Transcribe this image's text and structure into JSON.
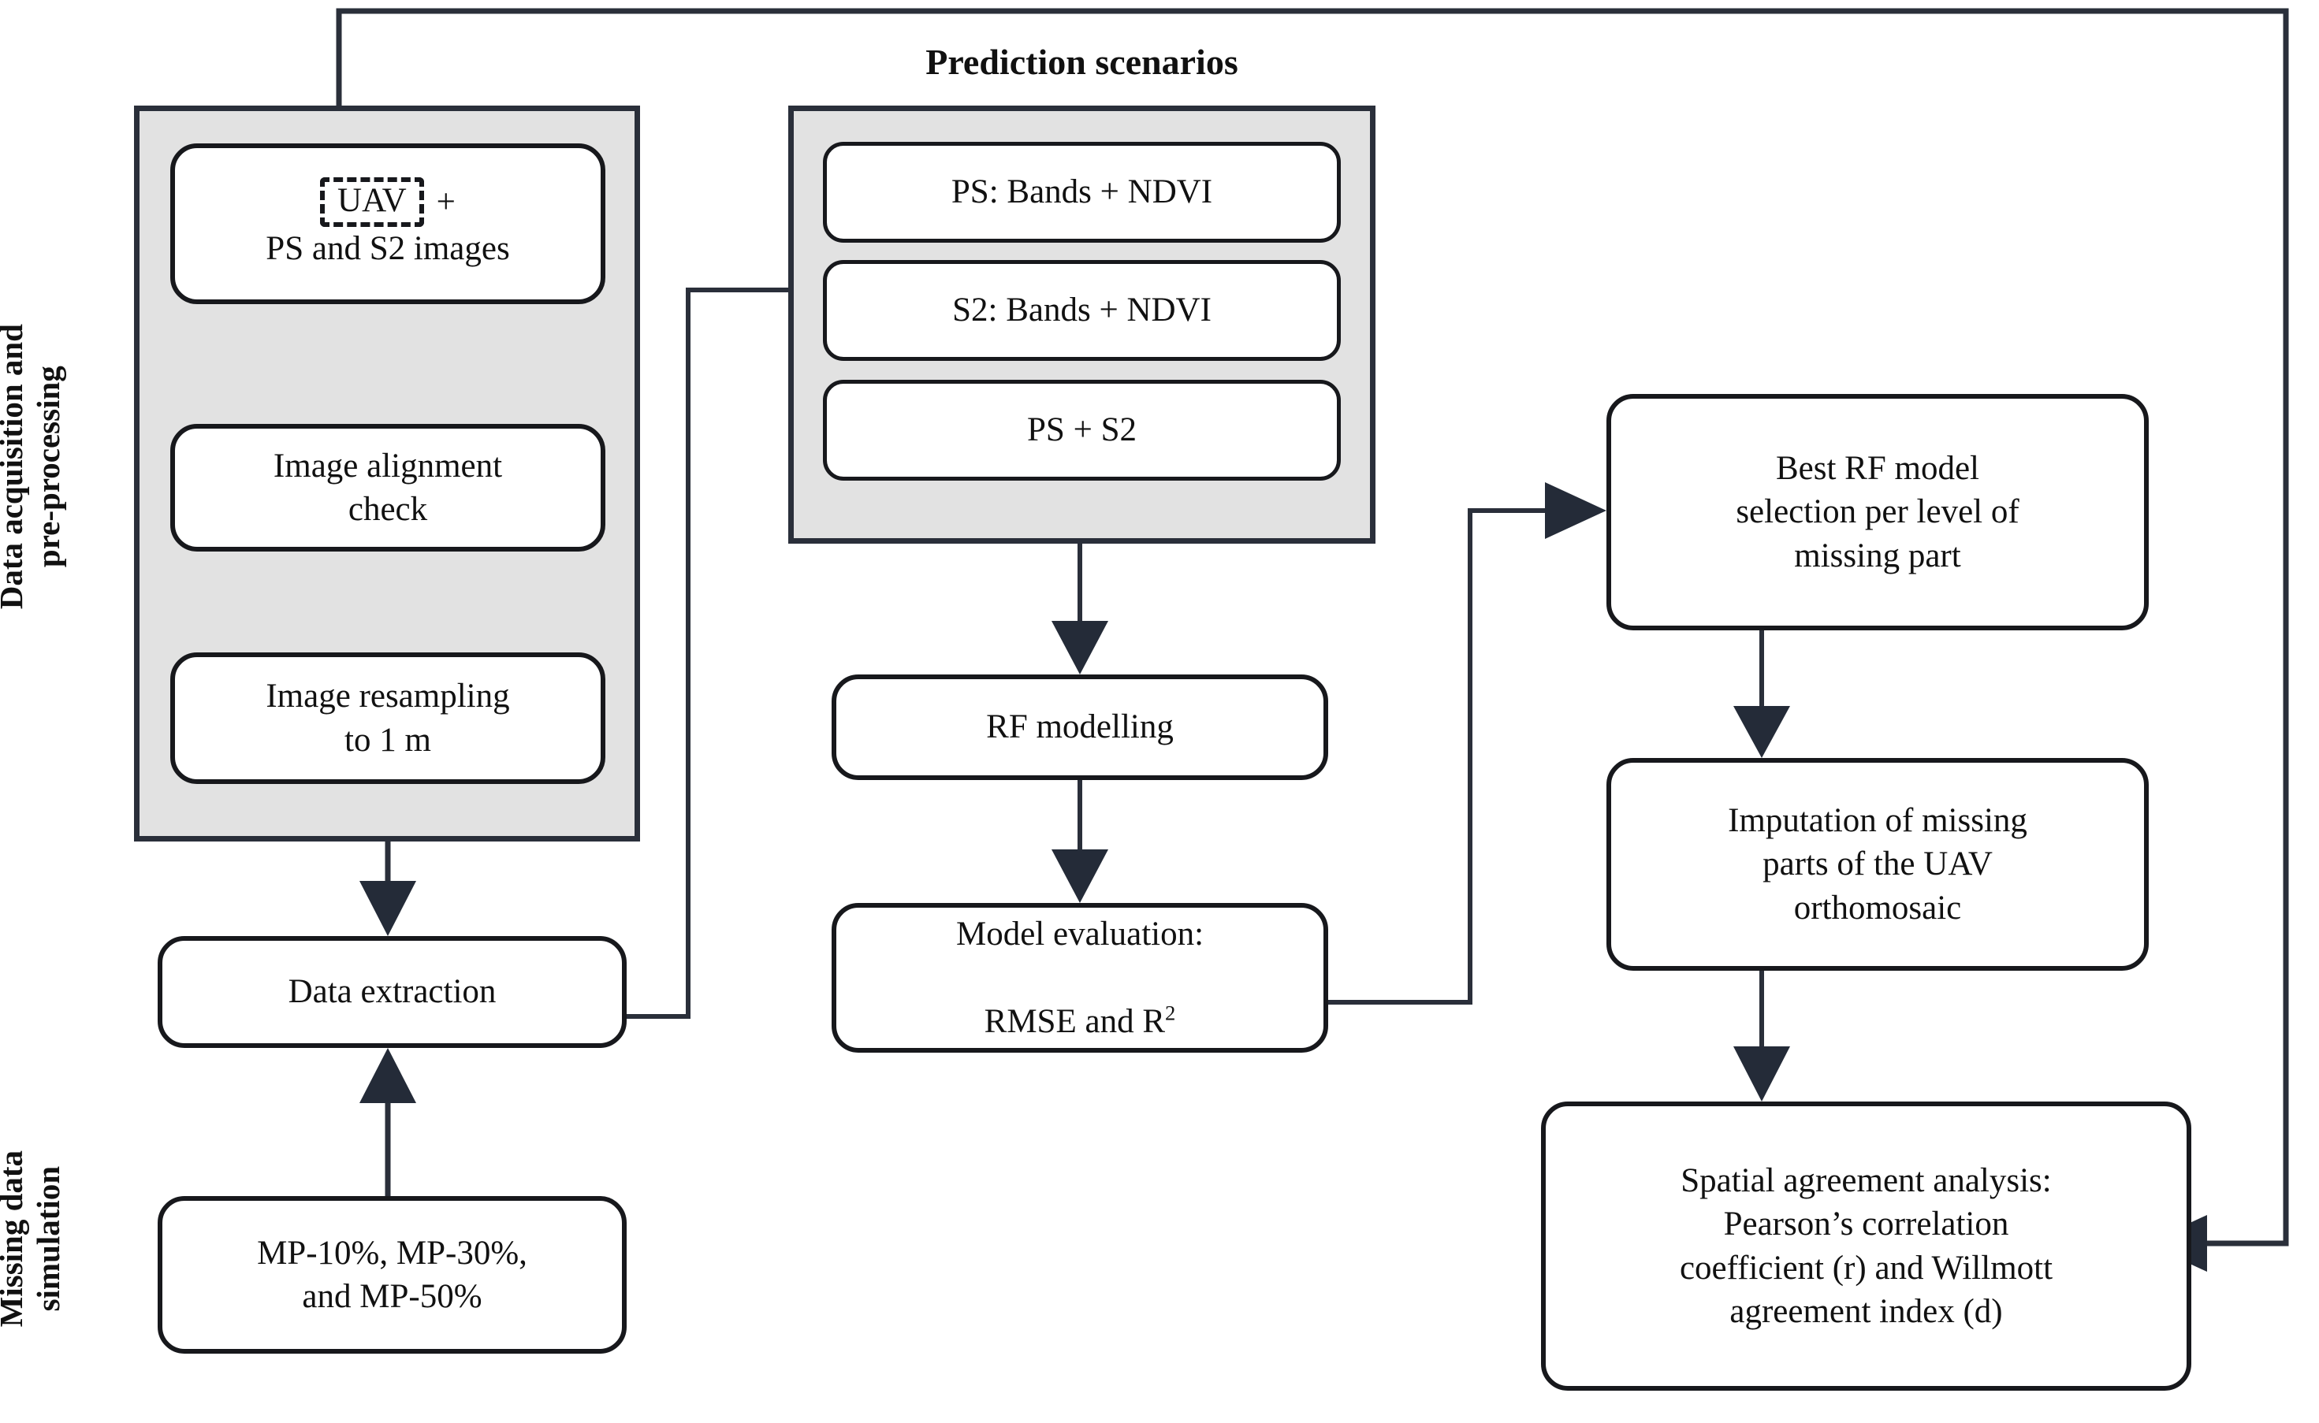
{
  "diagram": {
    "type": "flowchart",
    "title": "UAV orthomosaic missing-part imputation workflow",
    "groups": {
      "left_label": "Data acquisition and\npre-processing",
      "bottom_left_label": "Missing data\nsimulation",
      "prediction_panel_title": "Prediction scenarios"
    },
    "nodes": {
      "uav_sources": {
        "dashed_part": "UAV",
        "plus": "+",
        "rest": "PS and S2 images"
      },
      "alignment_check": "Image alignment\ncheck",
      "resampling": "Image resampling\nto 1 m",
      "data_extraction": "Data extraction",
      "missing_parts": "MP-10%, MP-30%,\nand MP-50%",
      "scenario_ps": "PS: Bands + NDVI",
      "scenario_s2": "S2: Bands + NDVI",
      "scenario_both": "PS + S2",
      "rf_modelling": "RF modelling",
      "model_evaluation_line1": "Model evaluation:",
      "model_evaluation_line2_pre": "RMSE and R",
      "model_evaluation_line2_sup": "2",
      "best_model": "Best RF model\nselection per level of\nmissing part",
      "imputation": "Imputation of missing\nparts of the UAV\northomosaic",
      "spatial_agreement": "Spatial agreement analysis:\nPearson’s correlation\ncoefficient (r) and Willmott\nagreement index (d)"
    },
    "edges": [
      {
        "from": "resampling",
        "to": "data_extraction",
        "style": "solid-arrow-down"
      },
      {
        "from": "uav_sources",
        "to": "alignment_check",
        "style": "solid-arrow-down"
      },
      {
        "from": "alignment_check",
        "to": "resampling",
        "style": "solid-arrow-down"
      },
      {
        "from": "missing_parts",
        "to": "data_extraction",
        "style": "solid-arrow-up"
      },
      {
        "from": "data_extraction",
        "to": "prediction_scenarios_panel",
        "style": "elbow-arrow-right"
      },
      {
        "from": "prediction_scenarios_panel",
        "to": "rf_modelling",
        "style": "solid-arrow-down"
      },
      {
        "from": "rf_modelling",
        "to": "model_evaluation",
        "style": "solid-arrow-down"
      },
      {
        "from": "model_evaluation",
        "to": "best_model",
        "style": "elbow-arrow-right"
      },
      {
        "from": "best_model",
        "to": "imputation",
        "style": "solid-arrow-down"
      },
      {
        "from": "imputation",
        "to": "spatial_agreement",
        "style": "solid-arrow-down"
      },
      {
        "from": "spatial_agreement",
        "to": "uav_sources",
        "style": "feedback-loop-top"
      }
    ],
    "colors": {
      "panel_fill": "#e2e2e2",
      "stroke": "#2a2f3a",
      "node_fill": "#ffffff",
      "text": "#111111",
      "background": "#ffffff"
    }
  }
}
